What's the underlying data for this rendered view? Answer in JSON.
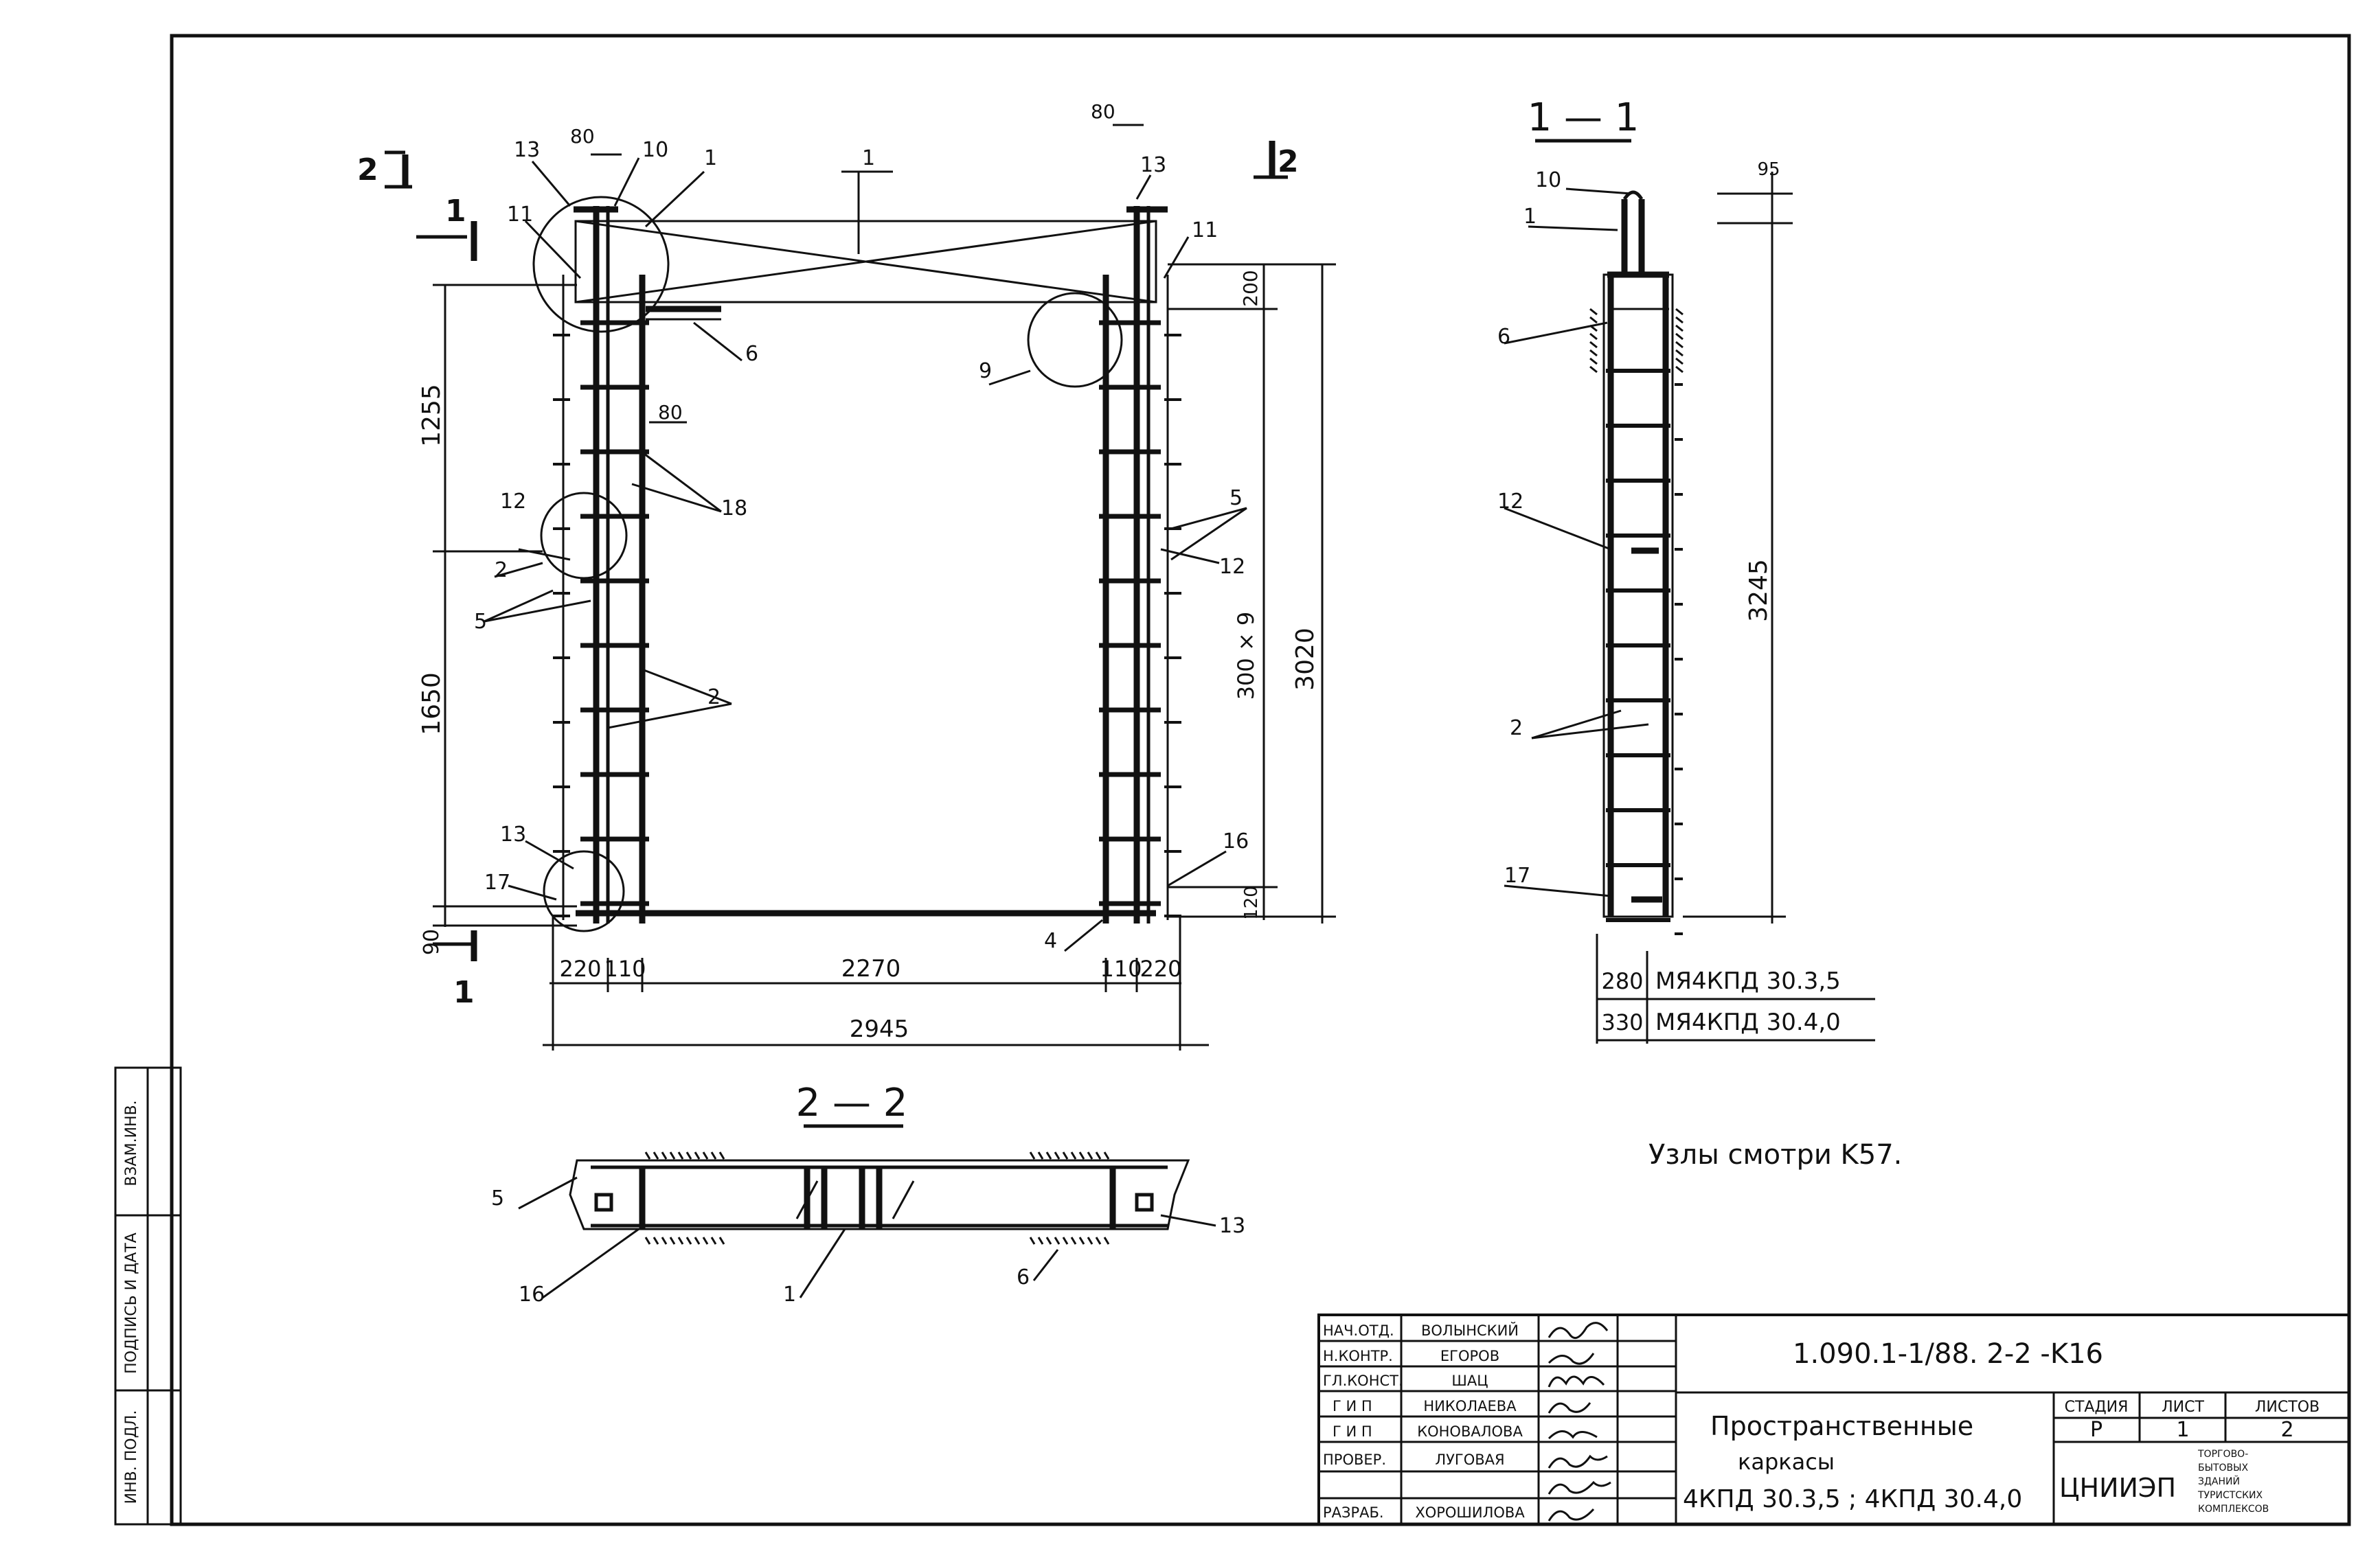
{
  "drawing": {
    "code": "1.090.1-1/88. 2-2 -K16",
    "note": "Узлы смотри K57.",
    "title_lines": [
      "Пространственные",
      "каркасы",
      "4КПД 30.3,5 ; 4КПД 30.4,0"
    ]
  },
  "section_labels": {
    "s11": "1 — 1",
    "s22": "2 — 2",
    "cut1": "1",
    "cut2": "2"
  },
  "elevation": {
    "dims": {
      "d80_left": "80",
      "d80_right": "80",
      "d80_mid": "80",
      "d1255": "1255",
      "d1650": "1650",
      "d90": "90",
      "d220_l": "220",
      "d110_l": "110",
      "d2270": "2270",
      "d110_r": "110",
      "d220_r": "220",
      "d2945": "2945",
      "d200": "200",
      "d300x9": "300 × 9",
      "d3020": "3020",
      "d120": "120"
    },
    "callouts": {
      "c13a": "13",
      "c10": "10",
      "c1a": "1",
      "c1b": "1",
      "c13b": "13",
      "c11a": "11",
      "c11b": "11",
      "c6": "6",
      "c9": "9",
      "c18": "18",
      "c5a": "5",
      "c12a": "12",
      "c12b": "12",
      "c2a": "2",
      "c5b": "5",
      "c2b": "2",
      "c13c": "13",
      "c17": "17",
      "c16": "16",
      "c4": "4"
    }
  },
  "section11": {
    "callouts": {
      "c10": "10",
      "c1": "1",
      "c6": "6",
      "c12": "12",
      "c2": "2",
      "c17": "17"
    },
    "dims": {
      "d95": "95",
      "d3245": "3245"
    },
    "variants": [
      {
        "dim": "280",
        "mark": "МЯ4КПД 30.3,5"
      },
      {
        "dim": "330",
        "mark": "МЯ4КПД 30.4,0"
      }
    ]
  },
  "section22": {
    "callouts": {
      "c5": "5",
      "c16": "16",
      "c1": "1",
      "c6": "6",
      "c13": "13"
    }
  },
  "side_stamp": {
    "cells": [
      "ВЗАМ.ИНВ.",
      "ПОДПИСЬ И ДАТА",
      "ИНВ. ПОДЛ."
    ]
  },
  "title_block": {
    "rows": [
      {
        "role": "НАЧ.ОТД.",
        "name": "ВОЛЫНСКИЙ"
      },
      {
        "role": "Н.КОНТР.",
        "name": "ЕГОРОВ"
      },
      {
        "role": "ГЛ.КОНСТ.",
        "name": "ШАЦ"
      },
      {
        "role": "Г И П",
        "name": "НИКОЛАЕВА"
      },
      {
        "role": "Г И П",
        "name": "КОНОВАЛОВА"
      },
      {
        "role": "ПРОВЕР.",
        "name": "ЛУГОВАЯ"
      },
      {
        "role": "РАЗРАБ.",
        "name": "ХОРОШИЛОВА"
      }
    ],
    "stage_header": "СТАДИЯ",
    "sheet_header": "ЛИСТ",
    "sheets_header": "ЛИСТОВ",
    "stage": "Р",
    "sheet": "1",
    "sheets": "2",
    "org": "ЦНИИЭП",
    "org_desc": [
      "ТОРГОВО-",
      "БЫТОВЫХ",
      "ЗДАНИЙ",
      "ТУРИСТСКИХ",
      "КОМПЛЕКСОВ"
    ]
  }
}
